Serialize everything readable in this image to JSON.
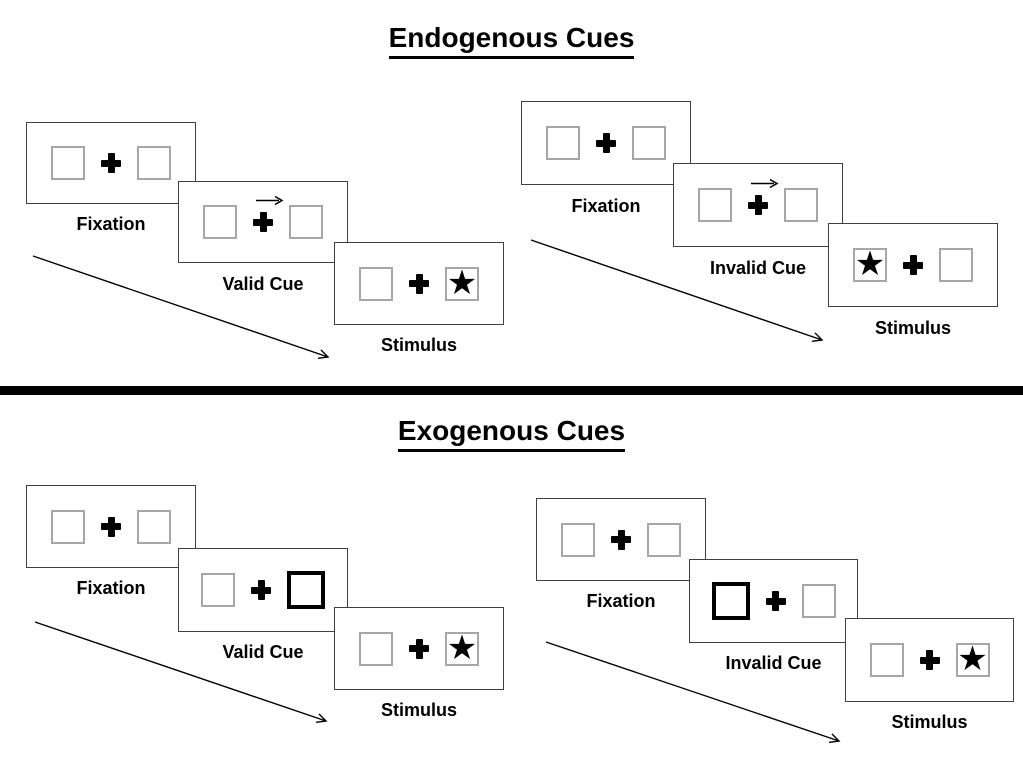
{
  "colors": {
    "ink": "#000000",
    "box_border": "#a6a6a6",
    "card_border": "#404040",
    "divider": "#000000"
  },
  "icons": {
    "star": "★",
    "fixation_cross": "plus-cross",
    "cue_arrow": "right-arrow"
  },
  "sections": [
    {
      "title": "Endogenous Cues",
      "sequences": [
        {
          "condition": "valid",
          "steps": [
            {
              "label": "Fixation"
            },
            {
              "label": "Valid Cue",
              "cue": "central-arrow-right"
            },
            {
              "label": "Stimulus",
              "target_side": "right"
            }
          ]
        },
        {
          "condition": "invalid",
          "steps": [
            {
              "label": "Fixation"
            },
            {
              "label": "Invalid Cue",
              "cue": "central-arrow-right"
            },
            {
              "label": "Stimulus",
              "target_side": "left"
            }
          ]
        }
      ]
    },
    {
      "title": "Exogenous Cues",
      "sequences": [
        {
          "condition": "valid",
          "steps": [
            {
              "label": "Fixation"
            },
            {
              "label": "Valid Cue",
              "cue": "peripheral-box-right"
            },
            {
              "label": "Stimulus",
              "target_side": "right"
            }
          ]
        },
        {
          "condition": "invalid",
          "steps": [
            {
              "label": "Fixation"
            },
            {
              "label": "Invalid Cue",
              "cue": "peripheral-box-left"
            },
            {
              "label": "Stimulus",
              "target_side": "right"
            }
          ]
        }
      ]
    }
  ]
}
